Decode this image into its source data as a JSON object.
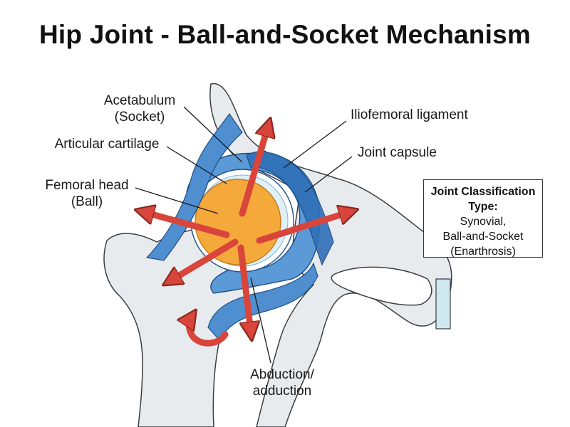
{
  "title": "Hip Joint - Ball-and-Socket Mechanism",
  "labels": {
    "acetabulum_line1": "Acetabulum",
    "acetabulum_line2": "(Socket)",
    "articular_cartilage": "Articular cartilage",
    "femoral_head_line1": "Femoral head",
    "femoral_head_line2": "(Ball)",
    "iliofemoral_ligament": "Iliofemoral ligament",
    "joint_capsule": "Joint capsule",
    "abduction_line1": "Abduction/",
    "abduction_line2": "adduction"
  },
  "classification_box": {
    "heading_line1": "Joint Classification",
    "heading_line2": "Type:",
    "lines": [
      "Synovial,",
      "Ball-and-Socket",
      "(Enarthrosis)"
    ]
  },
  "colors": {
    "bone": "#e8ebee",
    "bone_outline": "#3a3f44",
    "femoral_head": "#f6a93b",
    "cartilage": "#ffffff",
    "capsule": "#5b9ad6",
    "ligament": "#2f6fb8",
    "arrow": "#d9453b",
    "cartilage_pad": "#cfe8f0"
  },
  "icons": [
    "movement-arrow",
    "rotation-arrow"
  ]
}
